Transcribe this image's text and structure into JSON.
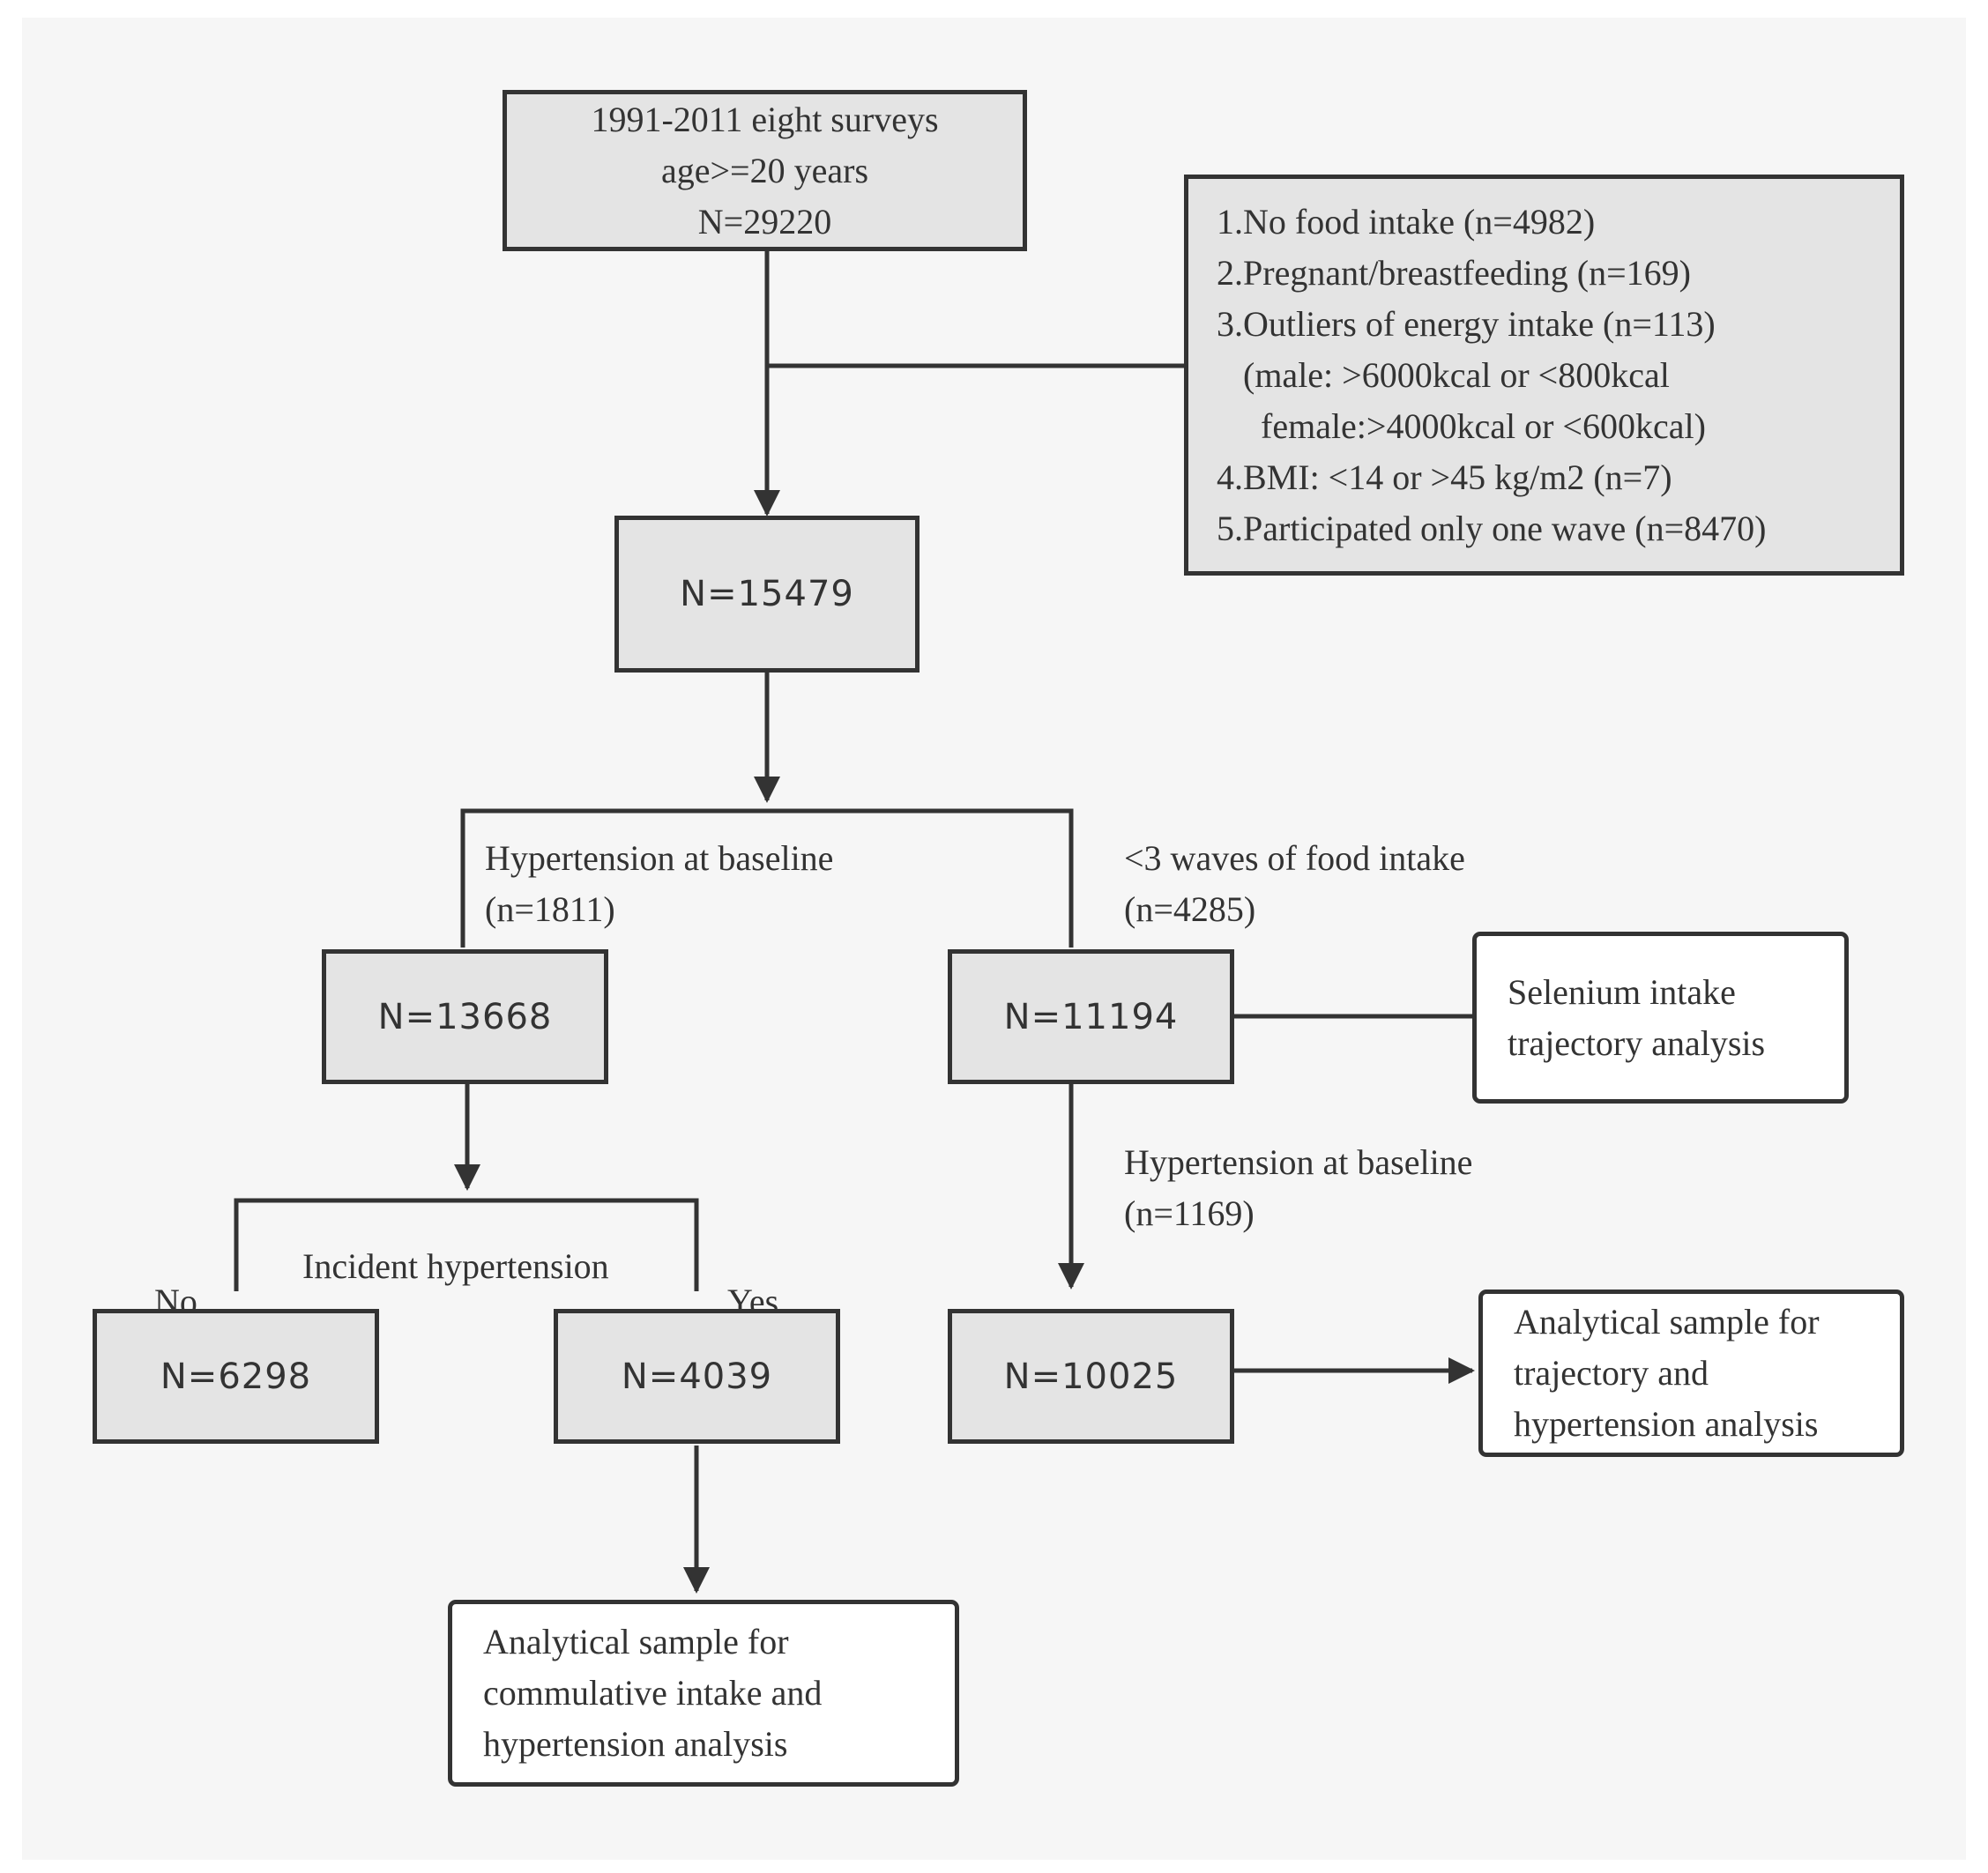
{
  "top_box": {
    "lines": [
      "1991-2011 eight surveys",
      "age>=20 years",
      "N=29220"
    ]
  },
  "exclusion_box": {
    "lines": [
      "1.No food intake (n=4982)",
      "2.Pregnant/breastfeeding (n=169)",
      "3.Outliers of energy intake (n=113)",
      "   (male: >6000kcal or <800kcal",
      "     female:>4000kcal or <600kcal)",
      "4.BMI: <14 or >45 kg/m2 (n=7)",
      "5.Participated only one wave (n=8470)"
    ]
  },
  "box_15479": {
    "label": "N=15479"
  },
  "left_branch_label": {
    "line1": "Hypertension at baseline",
    "line2": "(n=1811)"
  },
  "right_branch_label": {
    "line1": "<3 waves of food intake",
    "line2": "(n=4285)"
  },
  "box_13668": {
    "label": "N=13668"
  },
  "box_11194": {
    "label": "N=11194"
  },
  "selenium_box": {
    "lines": [
      "Selenium intake",
      "trajectory analysis"
    ]
  },
  "incident_label": {
    "text": "Incident hypertension"
  },
  "no_label": {
    "text": "No"
  },
  "yes_label": {
    "text": "Yes"
  },
  "right_exclusion_label": {
    "line1": "Hypertension at baseline",
    "line2": "(n=1169)"
  },
  "box_6298": {
    "label": "N=6298"
  },
  "box_4039": {
    "label": "N=4039"
  },
  "box_10025": {
    "label": "N=10025"
  },
  "trajectory_sample_box": {
    "lines": [
      "Analytical sample for",
      "trajectory and",
      "hypertension analysis"
    ]
  },
  "cumulative_sample_box": {
    "lines": [
      "Analytical sample for",
      "commulative intake and",
      "hypertension analysis"
    ]
  }
}
